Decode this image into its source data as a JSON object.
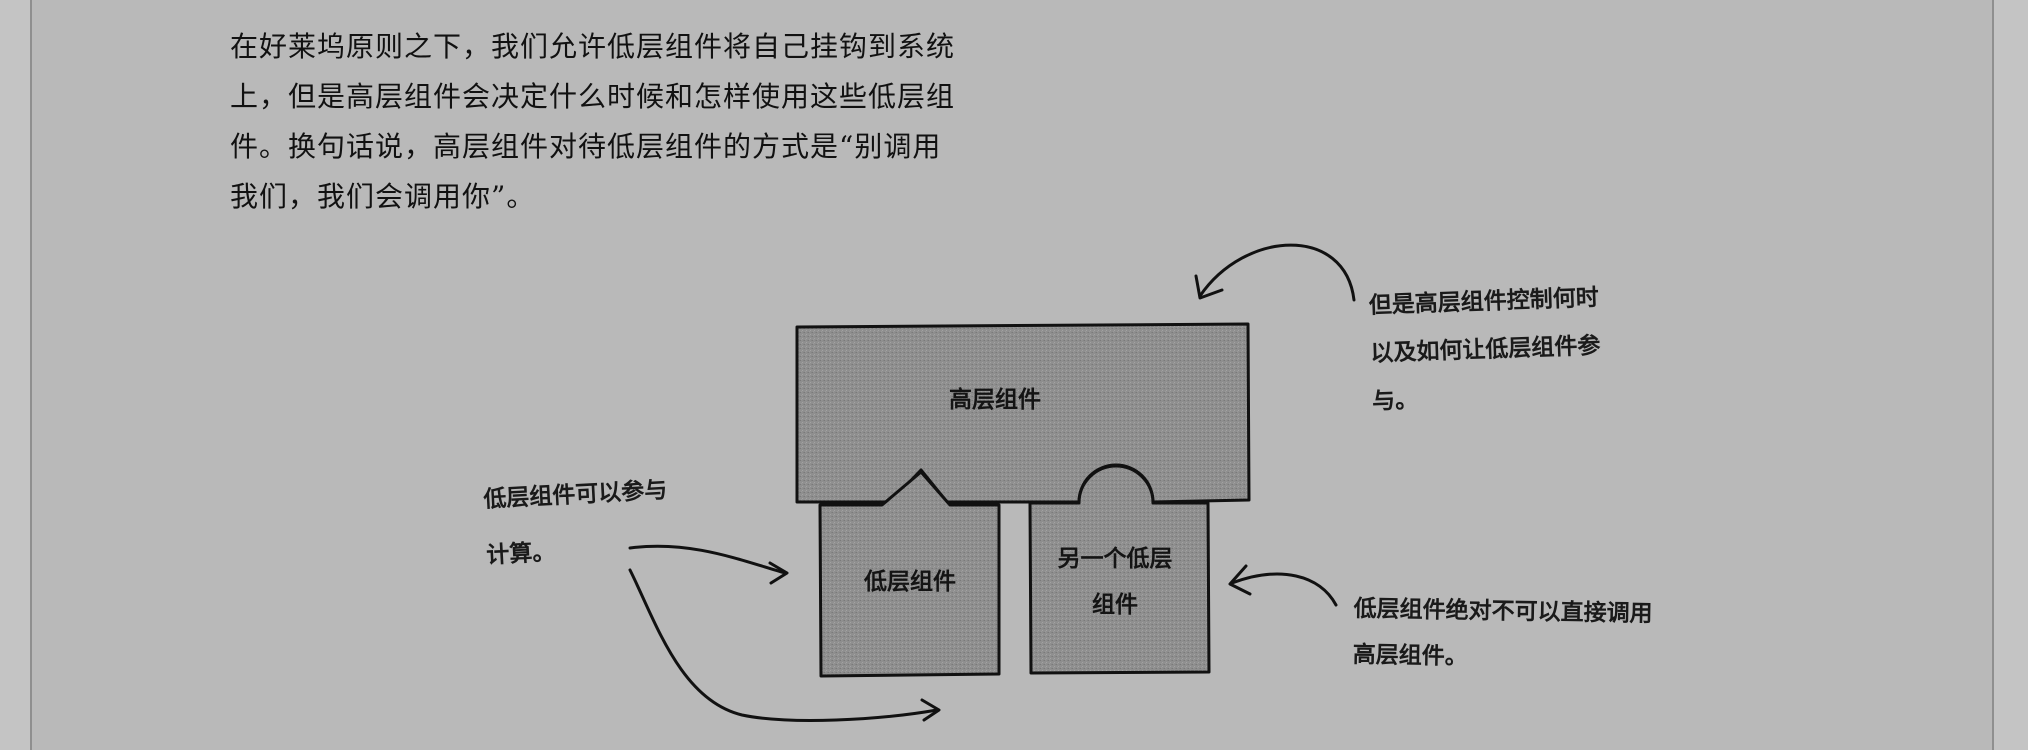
{
  "paragraph": {
    "lines": [
      "在好莱坞原则之下，我们允许低层组件将自己挂钩到系统",
      "上，但是高层组件会决定什么时候和怎样使用这些低层组",
      "件。换句话说，高层组件对待低层组件的方式是“别调用",
      "我们，我们会调用你”。"
    ]
  },
  "diagram": {
    "high_component_label": "高层组件",
    "low_component_label": "低层组件",
    "other_low_component_lines": [
      "另一个低层",
      "组件"
    ],
    "annotation_top_right_lines": [
      "但是高层组件控制何时",
      "以及如何让低层组件参",
      "与。"
    ],
    "annotation_left_lines": [
      "低层组件可以参与",
      "计算。"
    ],
    "annotation_bottom_right_lines": [
      "低层组件绝对不可以直接调用",
      "高层组件。"
    ]
  }
}
